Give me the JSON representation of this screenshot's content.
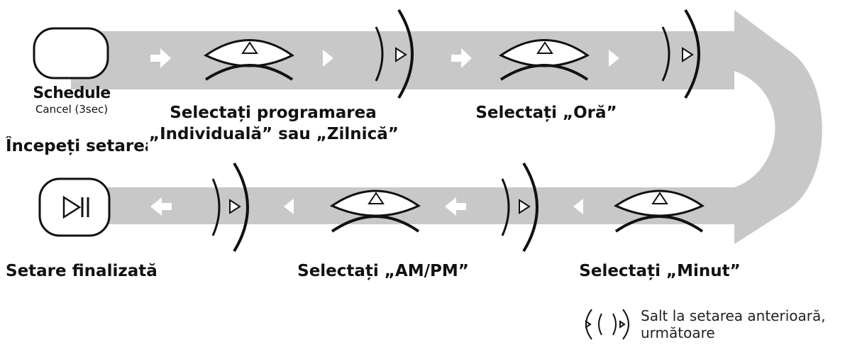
{
  "header_partial": "",
  "steps": {
    "start_button_label": "Schedule",
    "start_button_sublabel": "Cancel (3sec)",
    "start": "Începeți setarea",
    "select_program_line1": "Selectați programarea",
    "select_program_line2": "„Individuală” sau „Zilnică”",
    "select_hour": "Selectați „Oră”",
    "select_minute": "Selectați „Minut”",
    "select_ampm": "Selectați „AM/PM”",
    "done": "Setare finalizată"
  },
  "legend": {
    "text_line1": "Salt la setarea anterioară,",
    "text_line2": "următoare",
    "icon": "prev-next-arc-buttons-icon"
  },
  "icons": {
    "up_button": "up-triangle-arc-icon",
    "next_button": "right-arc-next-icon",
    "play_pause_button": "play-pause-icon",
    "arrow": "direction-arrow-icon"
  },
  "colors": {
    "band": "#c8c8c8",
    "ink": "#111111",
    "background": "#ffffff"
  }
}
